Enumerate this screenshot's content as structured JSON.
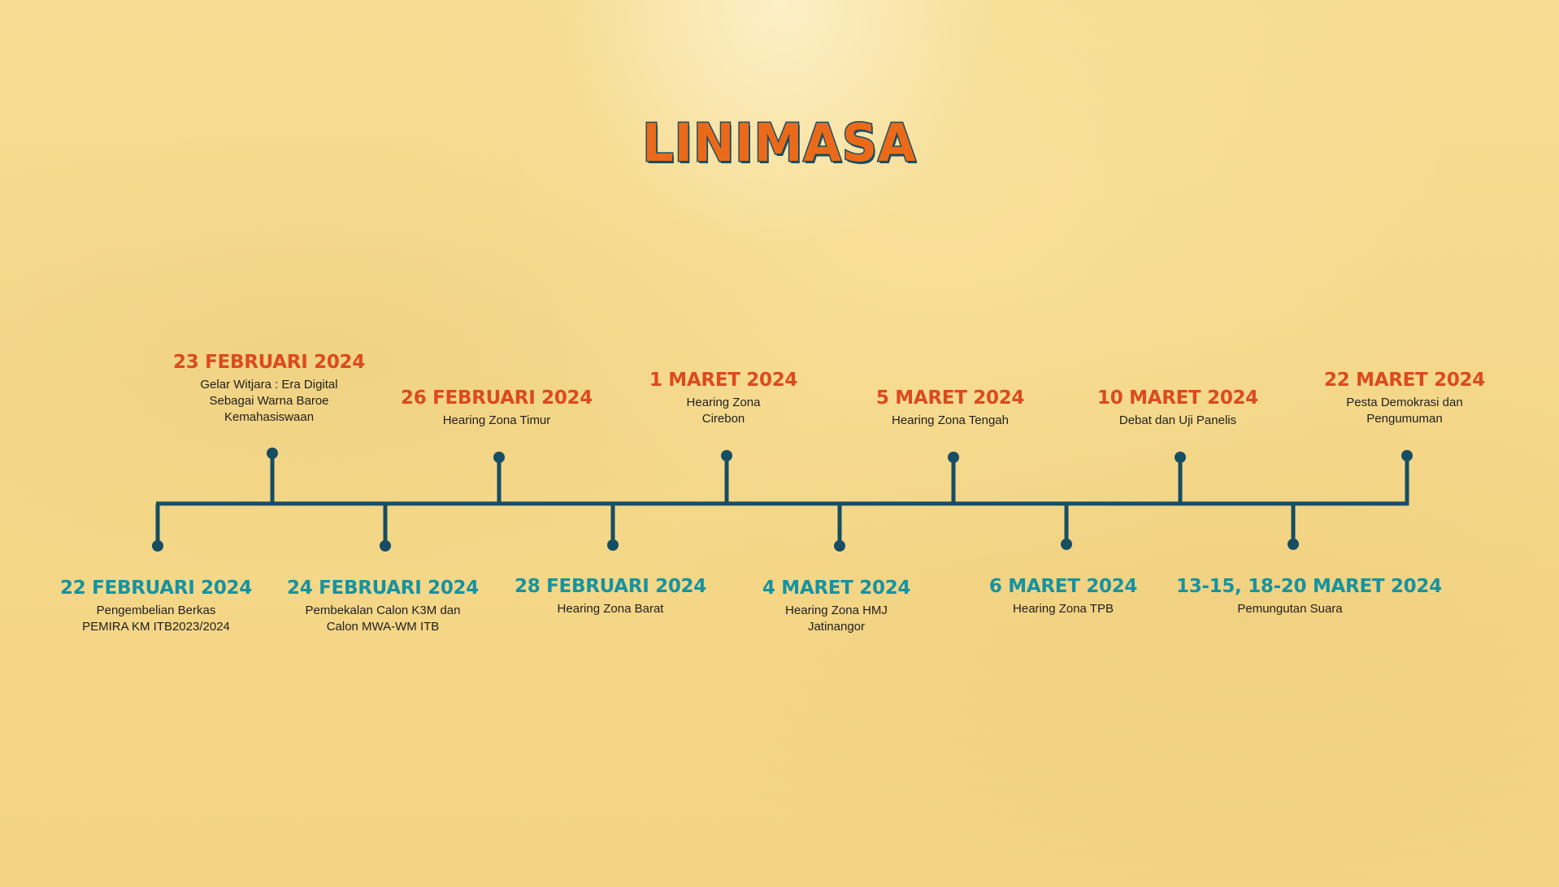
{
  "title": "LINIMASA",
  "colors": {
    "background": "#f5d98a",
    "line": "#164e63",
    "date_above": "#dc4a1e",
    "date_below": "#1593a0",
    "title": "#ea6a1a"
  },
  "events": [
    {
      "date": "22 FEBRUARI 2024",
      "description": "Pengembelian Berkas PEMIRA KM ITB2023/2024"
    },
    {
      "date": "23 FEBRUARI 2024",
      "description": "Gelar Witjara : Era Digital Sebagai Warna Baroe Kemahasiswaan"
    },
    {
      "date": "24 FEBRUARI 2024",
      "description": "Pembekalan Calon K3M dan Calon MWA-WM ITB"
    },
    {
      "date": "26 FEBRUARI 2024",
      "description": "Hearing Zona Timur"
    },
    {
      "date": "28 FEBRUARI 2024",
      "description": "Hearing Zona Barat"
    },
    {
      "date": "1 MARET 2024",
      "description": "Hearing Zona Cirebon"
    },
    {
      "date": "4 MARET 2024",
      "description": "Hearing Zona HMJ Jatinangor"
    },
    {
      "date": "5 MARET 2024",
      "description": "Hearing Zona Tengah"
    },
    {
      "date": "6 MARET 2024",
      "description": "Hearing Zona TPB"
    },
    {
      "date": "10 MARET 2024",
      "description": "Debat dan Uji Panelis"
    },
    {
      "date": "13-15, 18-20 MARET 2024",
      "description": "Pemungutan Suara"
    },
    {
      "date": "22 MARET 2024",
      "description": "Pesta Demokrasi dan Pengumuman"
    }
  ]
}
